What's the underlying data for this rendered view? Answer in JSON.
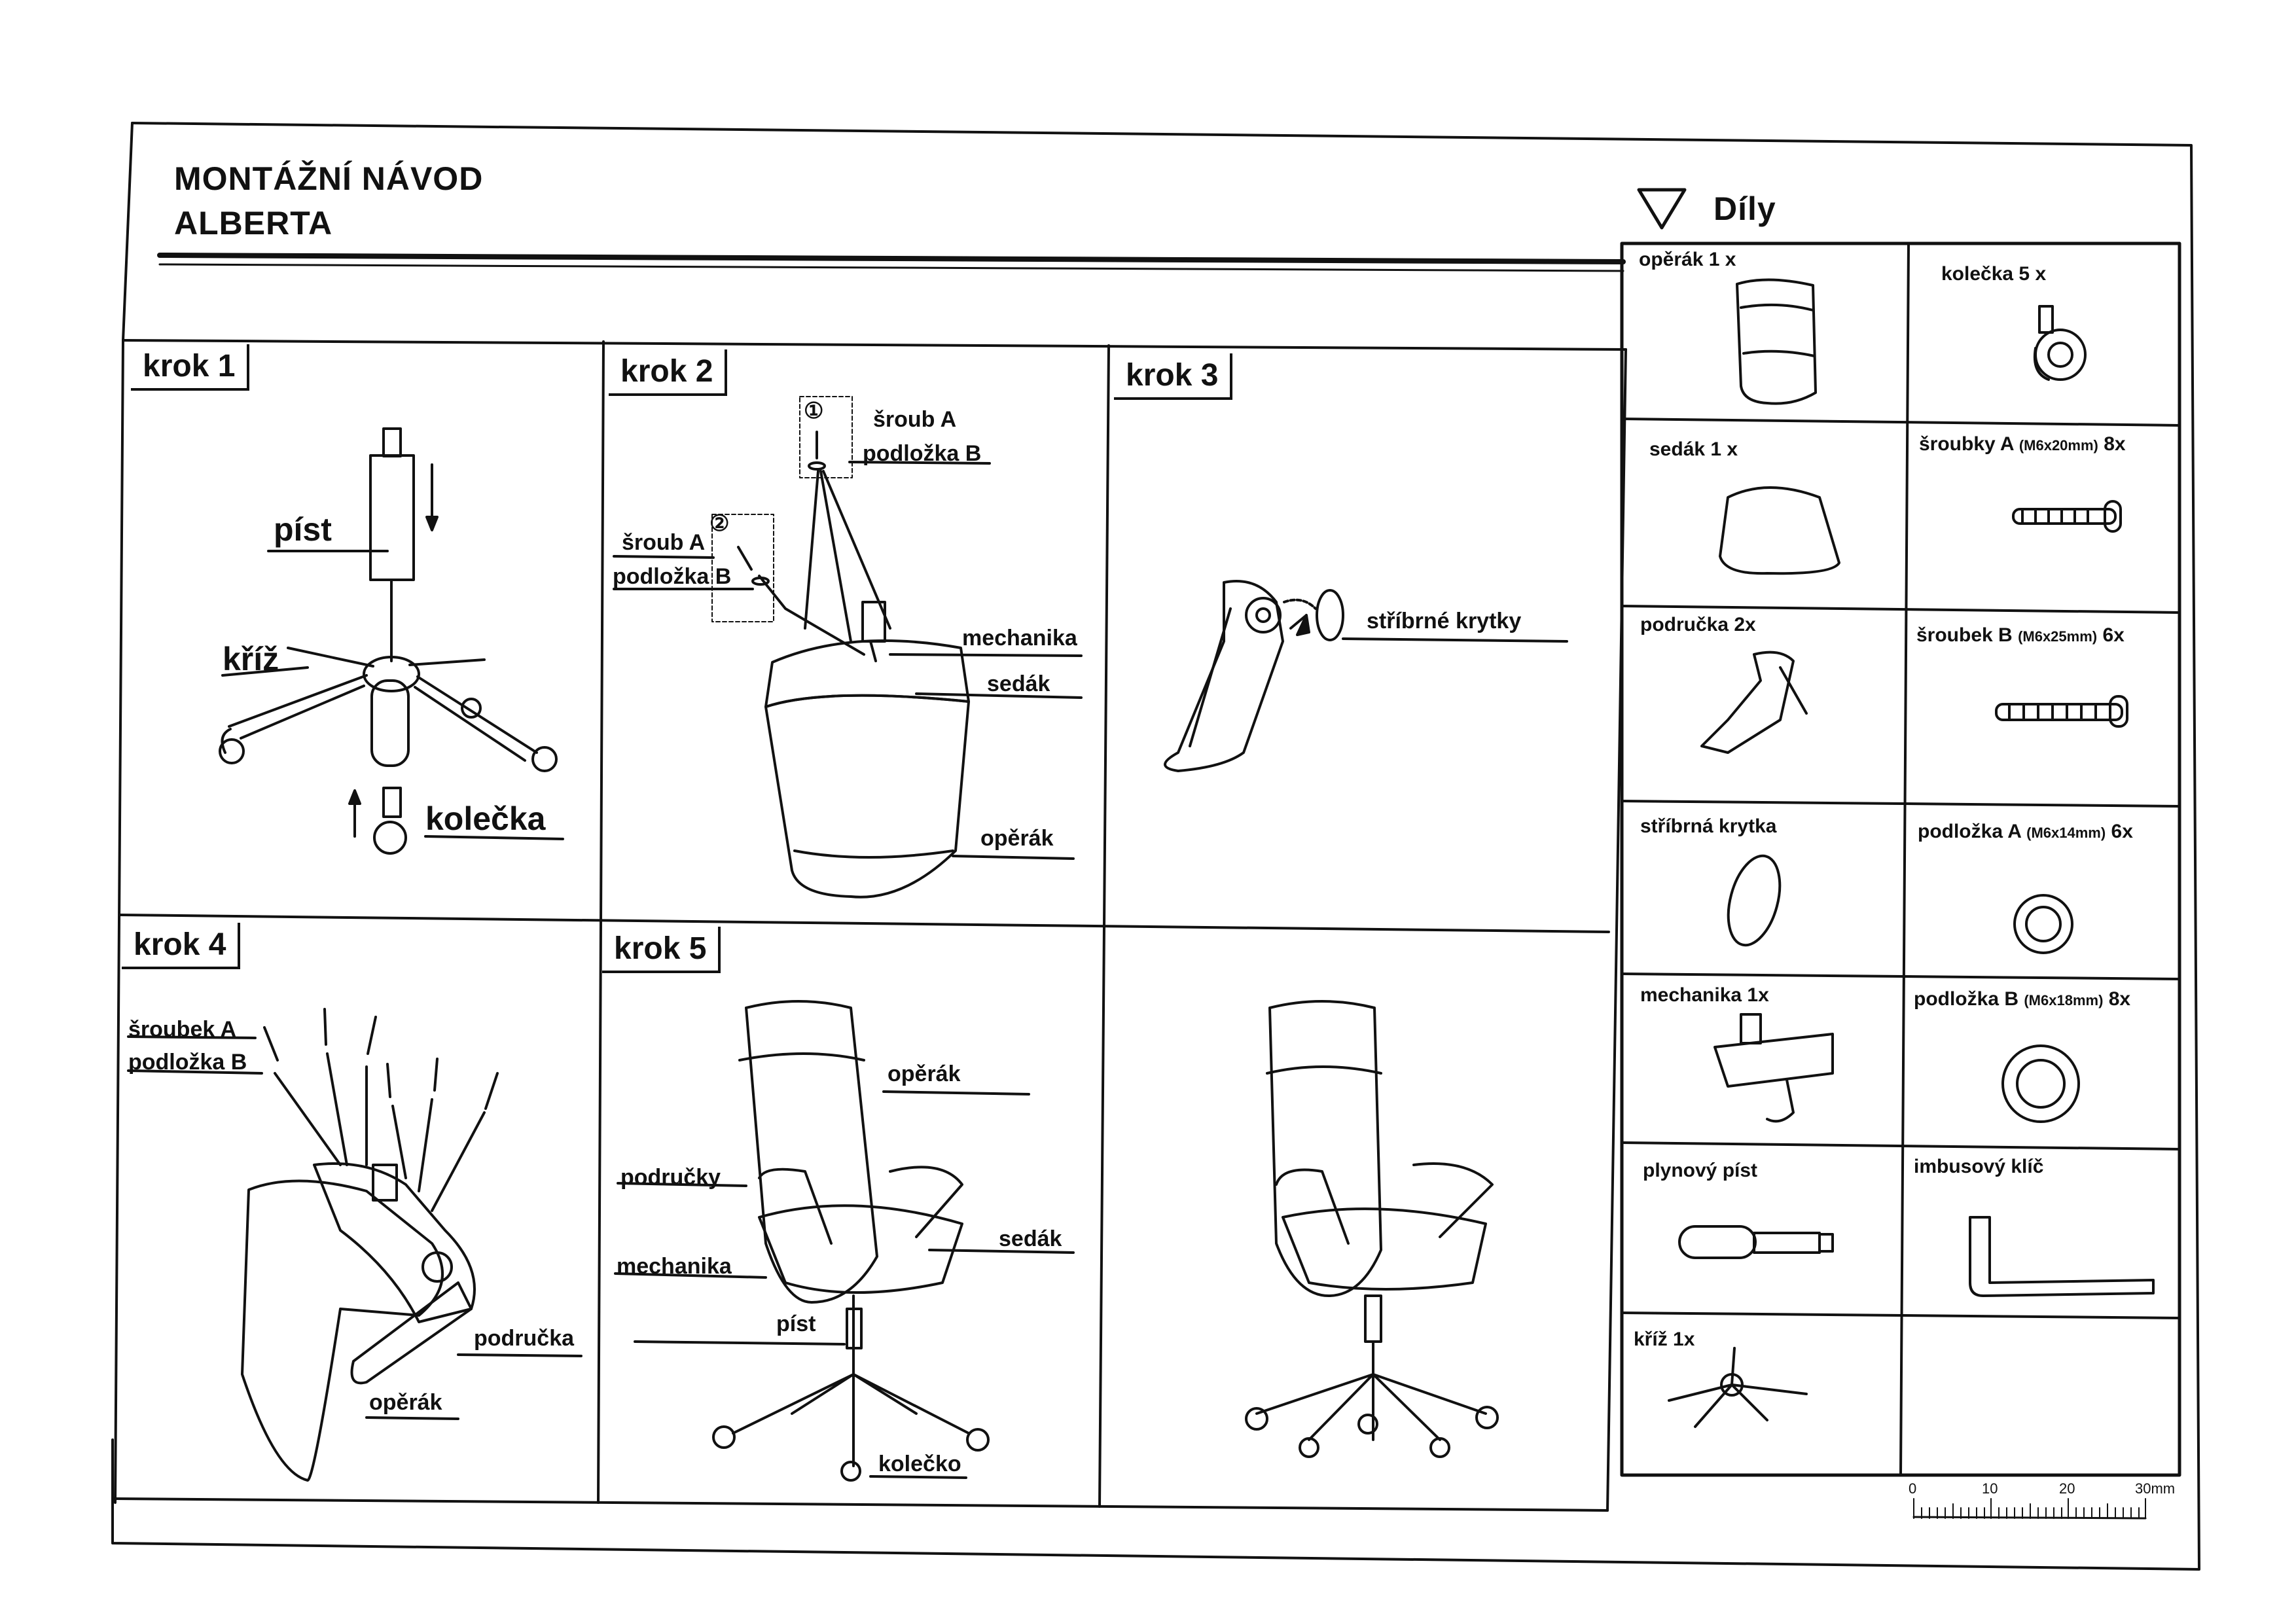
{
  "header": {
    "title_line1": "MONTÁŽNÍ NÁVOD",
    "title_line2": "ALBERTA"
  },
  "steps": {
    "step1": {
      "label": "krok 1",
      "piston": "píst",
      "base": "kříž",
      "wheels": "kolečka"
    },
    "step2": {
      "label": "krok 2",
      "circle1": "①",
      "circle2": "②",
      "screw_a_1": "šroub A",
      "washer_b_1": "podložka B",
      "screw_a_2": "šroub A",
      "washer_b_2": "podložka B",
      "mechanism": "mechanika",
      "seat": "sedák",
      "backrest": "opěrák"
    },
    "step3": {
      "label": "krok 3",
      "caps": "stříbrné krytky"
    },
    "step4": {
      "label": "krok 4",
      "screw_a": "šroubek A",
      "washer_b": "podložka B",
      "armrest": "područka",
      "backrest": "opěrák"
    },
    "step5": {
      "label": "krok 5",
      "backrest": "opěrák",
      "armrests": "područky",
      "seat": "sedák",
      "mechanism": "mechanika",
      "piston": "píst",
      "wheels": "kolečko"
    }
  },
  "parts": {
    "title": "Díly",
    "backrest": "opěrák 1 x",
    "wheels": "kolečka 5 x",
    "seat": "sedák 1 x",
    "screws_a": "šroubky A",
    "screws_a_spec": "(M6x20mm)",
    "screws_a_qty": "8x",
    "armrest": "područka 2x",
    "screw_b": "šroubek B",
    "screw_b_spec": "(M6x25mm)",
    "screw_b_qty": "6x",
    "cap": "stříbrná krytka",
    "washer_a": "podložka A",
    "washer_a_spec": "(M6x14mm)",
    "washer_a_qty": "6x",
    "mechanism": "mechanika 1x",
    "washer_b": "podložka B",
    "washer_b_spec": "(M6x18mm)",
    "washer_b_qty": "8x",
    "gas_piston": "plynový píst",
    "allen_key": "imbusový klíč",
    "base": "kříž 1x"
  },
  "ruler": {
    "t0": "0",
    "t10": "10",
    "t20": "20",
    "t30": "30mm"
  }
}
